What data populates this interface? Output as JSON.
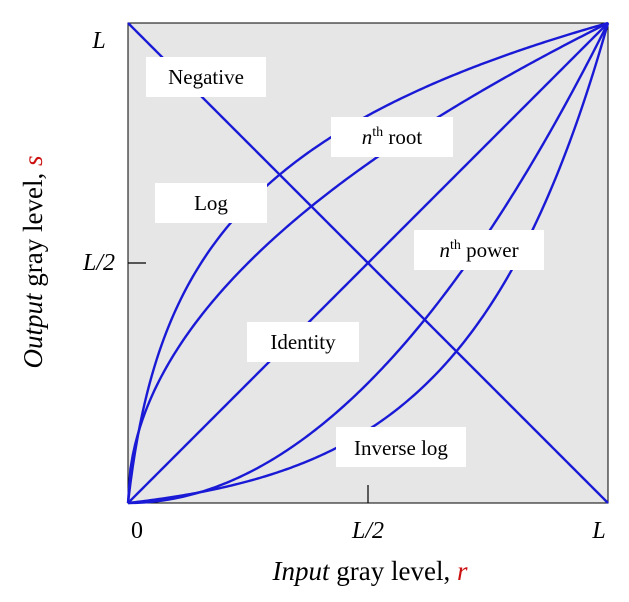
{
  "chart_data": {
    "type": "line",
    "xlabel": {
      "italic": "Input",
      "rest": " gray level, ",
      "var": "r"
    },
    "ylabel": {
      "italic": "Output",
      "rest": " gray level, ",
      "var": "s"
    },
    "x_ticks": [
      "0",
      "L/2",
      "L"
    ],
    "y_ticks": [
      "L/2",
      "L"
    ],
    "xlim": [
      0,
      1
    ],
    "ylim": [
      0,
      1
    ],
    "plot_background": "#e6e6e6",
    "line_color": "#1a1ad6",
    "variable_color": "#cc1111",
    "series": [
      {
        "name": "Negative",
        "kind": "negative"
      },
      {
        "name": "Identity",
        "kind": "identity"
      },
      {
        "name": "Log",
        "kind": "log"
      },
      {
        "name": "Inverse log",
        "kind": "invlog"
      },
      {
        "name": "root",
        "superscript": "th",
        "prefix": "n",
        "kind": "root",
        "exponent": 0.5
      },
      {
        "name": "power",
        "superscript": "th",
        "prefix": "n",
        "kind": "power",
        "exponent": 2
      }
    ],
    "labels": {
      "negative": "Negative",
      "log": "Log",
      "root": {
        "n": "n",
        "sup": "th",
        "word": " root"
      },
      "power": {
        "n": "n",
        "sup": "th",
        "word": " power"
      },
      "identity": "Identity",
      "invlog": "Inverse log"
    }
  }
}
